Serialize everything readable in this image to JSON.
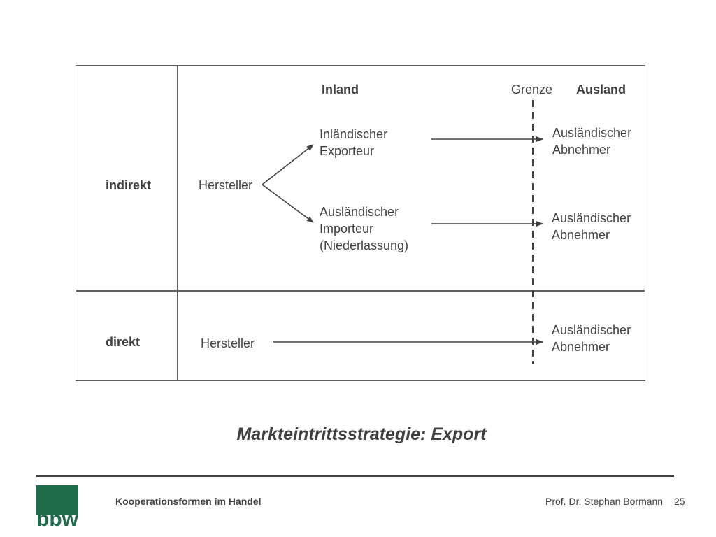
{
  "diagram": {
    "headers": {
      "inland": "Inland",
      "grenze": "Grenze",
      "ausland": "Ausland"
    },
    "rows": {
      "indirekt": "indirekt",
      "direkt": "direkt"
    },
    "nodes": {
      "hersteller_indirekt": "Hersteller",
      "inl_exporteur": "Inländischer\nExporteur",
      "ausl_importeur": "Ausländischer\nImporteur\n(Niederlassung)",
      "abnehmer_1": "Ausländischer\nAbnehmer",
      "abnehmer_2": "Ausländischer\nAbnehmer",
      "hersteller_direkt": "Hersteller",
      "abnehmer_3": "Ausländischer\nAbnehmer"
    }
  },
  "title": "Markteintrittsstrategie: Export",
  "footer": {
    "left": "Kooperationsformen im Handel",
    "author": "Prof. Dr. Stephan Bormann",
    "page": "25",
    "logo_text": "bbw",
    "logo_color": "#1f6b4a"
  }
}
